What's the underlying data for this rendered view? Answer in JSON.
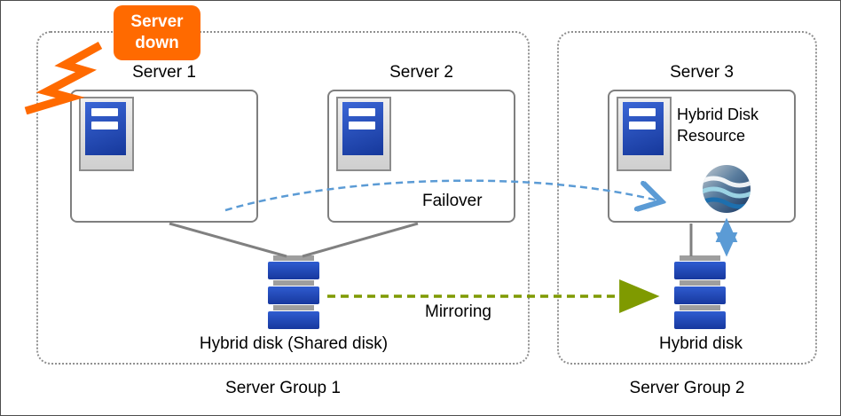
{
  "diagram": {
    "badge_label": "Server down",
    "servers": [
      {
        "label": "Server 1"
      },
      {
        "label": "Server 2"
      },
      {
        "label": "Server 3"
      }
    ],
    "groups": [
      {
        "label": "Server Group 1"
      },
      {
        "label": "Server Group 2"
      }
    ],
    "disks": [
      {
        "label": "Hybrid disk (Shared disk)"
      },
      {
        "label": "Hybrid disk"
      }
    ],
    "resource_label": "Hybrid Disk Resource",
    "failover_label": "Failover",
    "mirroring_label": "Mirroring",
    "colors": {
      "badge_orange": "#FF6A00",
      "server_blue": "#2353C4",
      "failover_blue": "#5B9BD5",
      "mirroring_green": "#7F9A00",
      "line_gray": "#808080",
      "sphere_navy": "#16335E"
    },
    "icons": {
      "crash": "crash-icon",
      "server": "server-icon",
      "disk": "disk-icon",
      "resource": "hybrid-disk-resource-icon"
    }
  }
}
